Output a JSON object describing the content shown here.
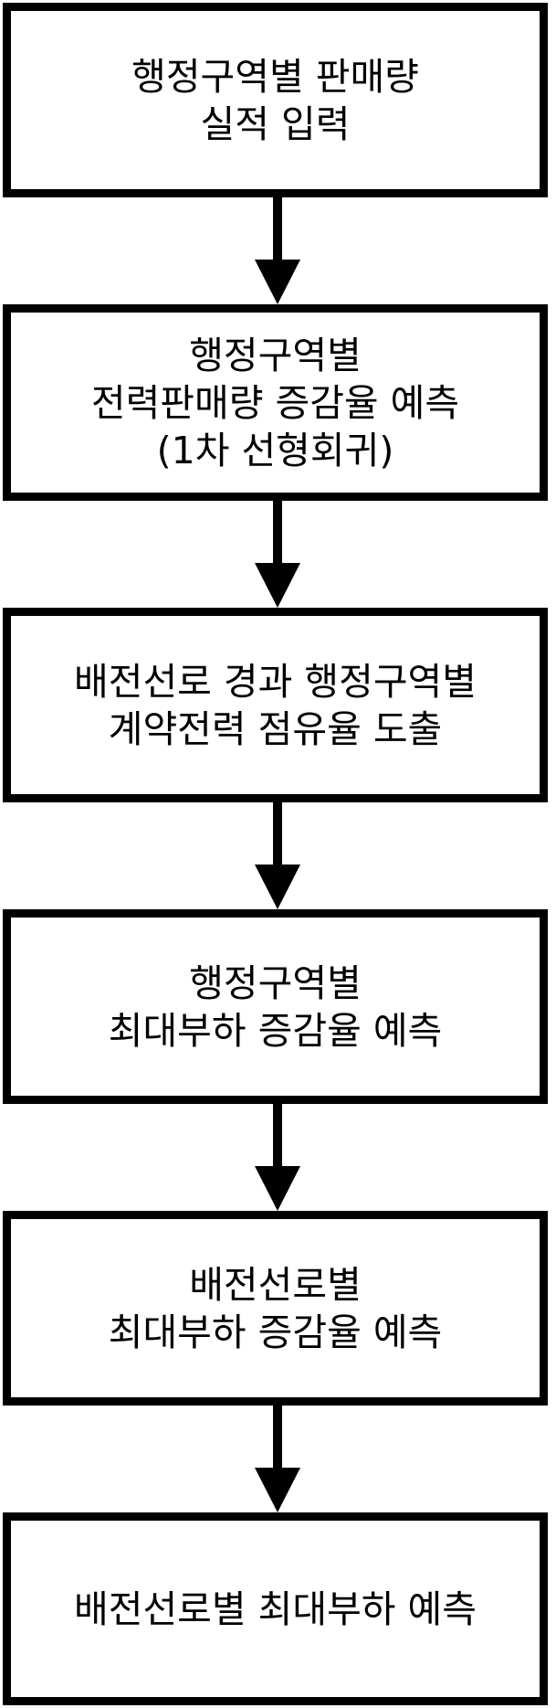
{
  "diagram": {
    "steps": [
      {
        "lines": [
          "행정구역별 판매량",
          "실적 입력"
        ]
      },
      {
        "lines": [
          "행정구역별",
          "전력판매량 증감율 예측",
          "(1차 선형회귀)"
        ]
      },
      {
        "lines": [
          "배전선로 경과 행정구역별",
          "계약전력 점유율 도출"
        ]
      },
      {
        "lines": [
          "행정구역별",
          "최대부하 증감율 예측"
        ]
      },
      {
        "lines": [
          "배전선로별",
          "최대부하 증감율 예측"
        ]
      },
      {
        "lines": [
          "배전선로별 최대부하 예측"
        ]
      }
    ],
    "colors": {
      "stroke": "#000000",
      "fill": "#ffffff",
      "text": "#000000"
    }
  }
}
